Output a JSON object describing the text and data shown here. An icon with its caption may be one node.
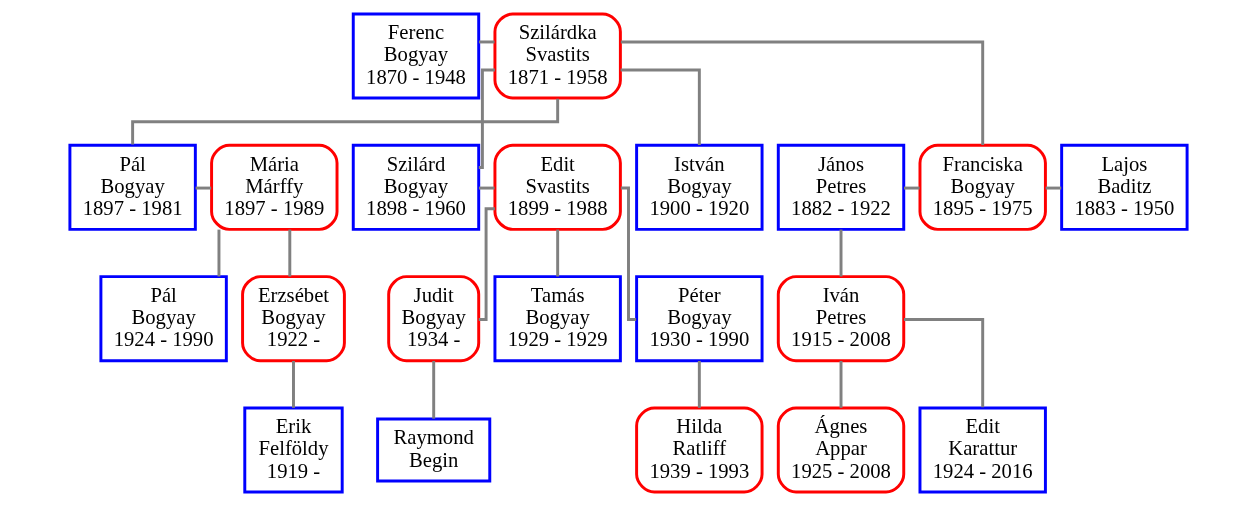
{
  "diagram": {
    "nodes": [
      {
        "text": [
          "Ferenc Bogyay 1870 - 1948"
        ]
      },
      {
        "text": [
          "Szilárdka Svastits 1871 - 1958"
        ]
      },
      {
        "text": [
          "János Petres 1882 - 1922"
        ]
      },
      {
        "text": [
          "Franciska Bogyay 1895 - 1975"
        ]
      },
      {
        "text": [
          "Lajos Baditz 1883 - 1950"
        ]
      },
      {
        "text": [
          "Pál Bogyay 1897 - 1981"
        ]
      },
      {
        "text": [
          "Mária Márffy 1897 - 1989"
        ]
      },
      {
        "text": [
          "Szilárd Bogyay 1898 - 1960"
        ]
      },
      {
        "text": [
          "Edit Svastits 1899 - 1988"
        ]
      },
      {
        "text": [
          "István Bogyay 1900 - 1920"
        ]
      },
      {
        "text": [
          "Iván Petres 1915 - 2008"
        ]
      },
      {
        "text": [
          "Erzsébet Bogyay 1922 -"
        ]
      },
      {
        "text": [
          "Pál Bogyay 1924 - 1990"
        ]
      },
      {
        "text": [
          "Tamás Bogyay 1929 - 1929"
        ]
      },
      {
        "text": [
          "Péter Bogyay 1930 - 1990"
        ]
      },
      {
        "text": [
          "Judit Bogyay 1934 -"
        ]
      },
      {
        "text": [
          "Edit Karattur 1924 - 2016"
        ]
      },
      {
        "text": [
          "Ágnes Appar 1925 - 2008"
        ]
      },
      {
        "text": [
          "Erik Felföldy 1919 -"
        ]
      },
      {
        "text": [
          "Hilda Ratliff 1939 - 1993"
        ]
      },
      {
        "text": [
          "Raymond Begin"
        ]
      }
    ],
    "edges": [
      {
        "from": 0,
        "to": 1,
        "arrow": "none"
      },
      {
        "from": 1,
        "to": 3,
        "arrow": "none"
      },
      {
        "from": 1,
        "to": 5,
        "arrow": "none"
      },
      {
        "from": 1,
        "to": 7,
        "arrow": "none"
      },
      {
        "from": 1,
        "to": 9,
        "arrow": "none"
      },
      {
        "from": 2,
        "to": 3,
        "arrow": "none"
      },
      {
        "from": 3,
        "to": 4,
        "arrow": "none"
      },
      {
        "from": 5,
        "to": 6,
        "arrow": "none"
      },
      {
        "from": 7,
        "to": 8,
        "arrow": "none"
      },
      {
        "from": 2,
        "to": 10,
        "arrow": "none"
      },
      {
        "from": 6,
        "to": 11,
        "arrow": "none"
      },
      {
        "from": 6,
        "to": 12,
        "arrow": "none"
      },
      {
        "from": 8,
        "to": 13,
        "arrow": "none"
      },
      {
        "from": 8,
        "to": 14,
        "arrow": "none"
      },
      {
        "from": 8,
        "to": 15,
        "arrow": "none"
      },
      {
        "from": 10,
        "to": 16,
        "arrow": "none"
      },
      {
        "from": 10,
        "to": 17,
        "arrow": "none"
      },
      {
        "from": 11,
        "to": 18,
        "arrow": "none"
      },
      {
        "from": 14,
        "to": 19,
        "arrow": "none"
      },
      {
        "from": 15,
        "to": 20,
        "arrow": "none"
      }
    ]
  }
}
